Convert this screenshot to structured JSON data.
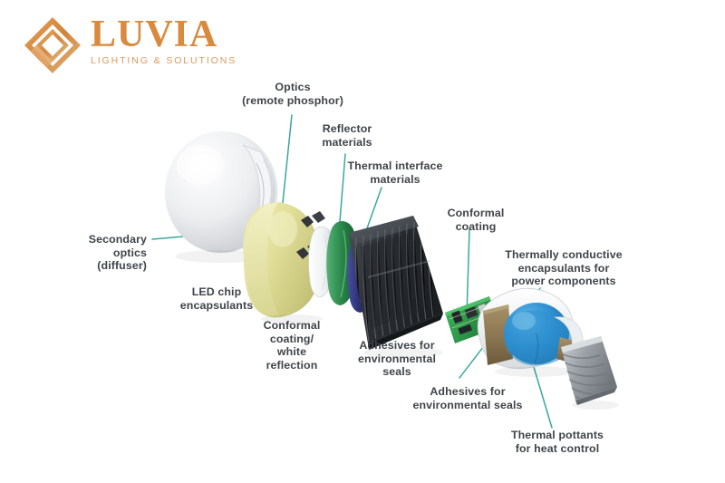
{
  "brand": {
    "mark_name": "luvia-diamond-logo",
    "word": "LUVIA",
    "tagline": "LIGHTING & SOLUTIONS",
    "word_color": "#d98a3e",
    "tagline_color": "#d99a5c"
  },
  "diagram": {
    "title": "Exploded view of an LED lamp",
    "leader_color": "#3aa89a",
    "label_color": "#3f444a",
    "background": "#ffffff",
    "labels": [
      {
        "id": "optics-remote-phosphor",
        "text": "Optics\n(remote phosphor)"
      },
      {
        "id": "reflector-materials",
        "text": "Reflector\nmaterials"
      },
      {
        "id": "thermal-interface-materials",
        "text": "Thermal interface\nmaterials"
      },
      {
        "id": "secondary-optics-diffuser",
        "text": "Secondary\noptics\n(diffuser)"
      },
      {
        "id": "led-chip-encapsulants",
        "text": "LED chip\nencapsulants"
      },
      {
        "id": "conformal-coating-white-reflection",
        "text": "Conformal\ncoating/\nwhite\nreflection"
      },
      {
        "id": "adhesives-environmental-seals-left",
        "text": "Adhesives for\nenvironmental\nseals"
      },
      {
        "id": "conformal-coating",
        "text": "Conformal\ncoating"
      },
      {
        "id": "thermally-conductive-encapsulants",
        "text": "Thermally conductive\nencapsulants for\npower components"
      },
      {
        "id": "adhesives-environmental-seals-right",
        "text": "Adhesives for\nenvironmental seals"
      },
      {
        "id": "thermal-pottants-heat-control",
        "text": "Thermal pottants\nfor heat control"
      }
    ],
    "parts": [
      {
        "id": "diffuser-dome",
        "name": "secondary-optics-diffuser-dome",
        "color": "#e9eaec"
      },
      {
        "id": "phosphor-dome",
        "name": "remote-phosphor-dome",
        "color": "#e0df9f"
      },
      {
        "id": "led-chips",
        "name": "led-chip-cluster",
        "color": "#3c3c42"
      },
      {
        "id": "white-reflector",
        "name": "white-reflection-blade",
        "color": "#f2f4f4"
      },
      {
        "id": "green-reflector",
        "name": "reflector-material-blade",
        "color": "#2f8a4e"
      },
      {
        "id": "thermal-pad",
        "name": "thermal-interface-blade",
        "color": "#2b2f72"
      },
      {
        "id": "heatsink",
        "name": "finned-heatsink",
        "color": "#2f3337"
      },
      {
        "id": "driver-pcb",
        "name": "driver-circuit-board",
        "color": "#2f9b4a"
      },
      {
        "id": "driver-housing",
        "name": "driver-potting-housing",
        "color": "#2d8fd0"
      },
      {
        "id": "screw-base",
        "name": "edison-screw-base",
        "color": "#9da2a6"
      }
    ]
  }
}
